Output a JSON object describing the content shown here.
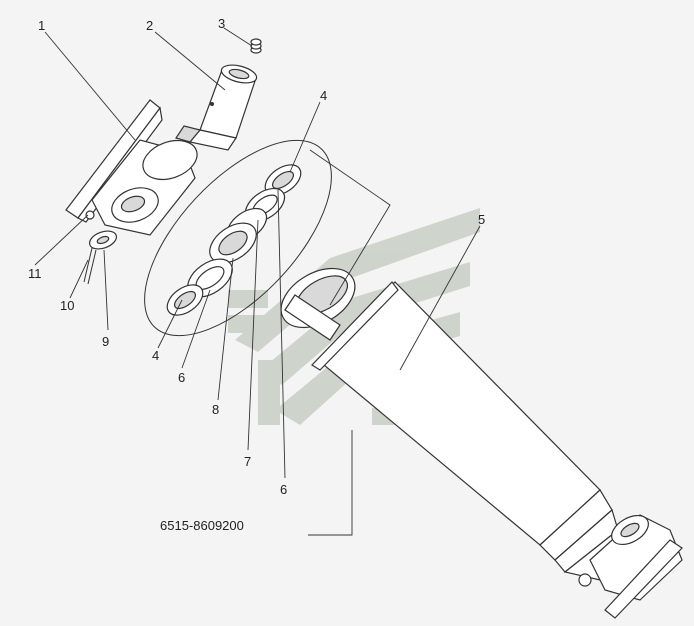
{
  "diagram": {
    "part_number": "6515-8609200",
    "watermark_color": "#c8cfc4",
    "callouts": [
      {
        "id": "c1",
        "text": "1"
      },
      {
        "id": "c2",
        "text": "2"
      },
      {
        "id": "c3",
        "text": "3"
      },
      {
        "id": "c4a",
        "text": "4"
      },
      {
        "id": "c4b",
        "text": "4"
      },
      {
        "id": "c5",
        "text": "5"
      },
      {
        "id": "c6a",
        "text": "6"
      },
      {
        "id": "c6b",
        "text": "6"
      },
      {
        "id": "c7",
        "text": "7"
      },
      {
        "id": "c8",
        "text": "8"
      },
      {
        "id": "c9",
        "text": "9"
      },
      {
        "id": "c10",
        "text": "10"
      },
      {
        "id": "c11",
        "text": "11"
      }
    ]
  }
}
